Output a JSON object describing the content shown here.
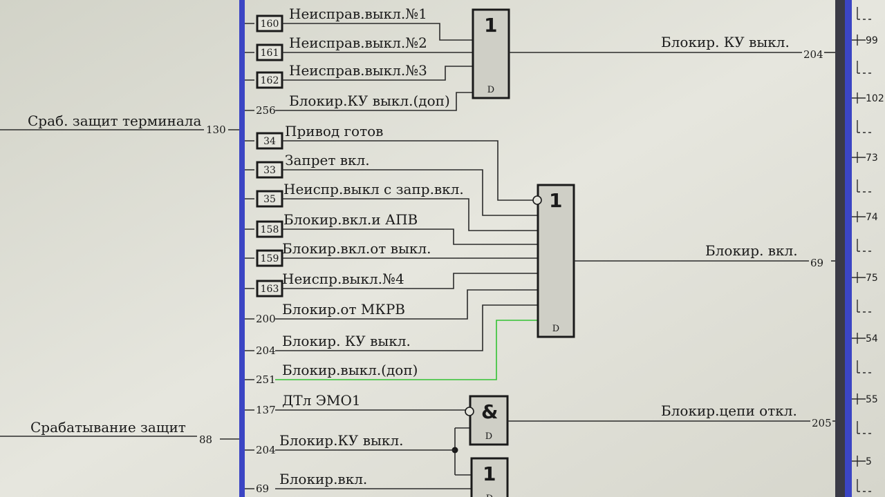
{
  "left_inputs": [
    {
      "id": "li1",
      "label": "Сраб. защит терминала",
      "num": "130"
    },
    {
      "id": "li2",
      "label": "Срабатывание защит",
      "num": "88"
    }
  ],
  "signals": [
    {
      "id": "s1",
      "num": "160",
      "label": "Неисправ.выкл.№1",
      "boxed": true
    },
    {
      "id": "s2",
      "num": "161",
      "label": "Неисправ.выкл.№2",
      "boxed": true
    },
    {
      "id": "s3",
      "num": "162",
      "label": "Неисправ.выкл.№3",
      "boxed": true
    },
    {
      "id": "s4",
      "num": "256",
      "label": "Блокир.КУ выкл.(доп)",
      "boxed": false
    },
    {
      "id": "s5",
      "num": "34",
      "label": "Привод готов",
      "boxed": true
    },
    {
      "id": "s6",
      "num": "33",
      "label": "Запрет вкл.",
      "boxed": true
    },
    {
      "id": "s7",
      "num": "35",
      "label": "Неиспр.выкл с запр.вкл.",
      "boxed": true
    },
    {
      "id": "s8",
      "num": "158",
      "label": "Блокир.вкл.и АПВ",
      "boxed": true
    },
    {
      "id": "s9",
      "num": "159",
      "label": "Блокир.вкл.от выкл.",
      "boxed": true
    },
    {
      "id": "s10",
      "num": "163",
      "label": "Неиспр.выкл.№4",
      "boxed": true
    },
    {
      "id": "s11",
      "num": "200",
      "label": "Блокир.от МКРВ",
      "boxed": false
    },
    {
      "id": "s12",
      "num": "204",
      "label": "Блокир. КУ выкл.",
      "boxed": false
    },
    {
      "id": "s13",
      "num": "251",
      "label": "Блокир.выкл.(доп)",
      "boxed": false,
      "highlight": true
    },
    {
      "id": "s14",
      "num": "137",
      "label": "ДТл ЭМО1",
      "boxed": false
    },
    {
      "id": "s15",
      "num": "204",
      "label": "Блокир.КУ выкл.",
      "boxed": false
    },
    {
      "id": "s16",
      "num": "69",
      "label": "Блокир.вкл.",
      "boxed": false
    }
  ],
  "gates": [
    {
      "id": "g1",
      "symbol": "1",
      "sub": "D"
    },
    {
      "id": "g2",
      "symbol": "1",
      "sub": "D"
    },
    {
      "id": "g3",
      "symbol": "&",
      "sub": "D"
    },
    {
      "id": "g4",
      "symbol": "1",
      "sub": "D"
    }
  ],
  "outputs": [
    {
      "id": "o1",
      "label": "Блокир. КУ выкл.",
      "num": "204"
    },
    {
      "id": "o2",
      "label": "Блокир. вкл.",
      "num": "69"
    },
    {
      "id": "o3",
      "label": "Блокир.цепи откл.",
      "num": "205"
    }
  ],
  "right_ticks": [
    "99",
    "102",
    "73",
    "74",
    "75",
    "54",
    "55",
    "5"
  ],
  "colors": {
    "bus": "#3b45c4",
    "right_bar": "#3a3a46",
    "wire": "#2a2a2a",
    "highlight": "#33c233",
    "background": "#dcdcd2",
    "gate_fill": "#cfcfc6"
  }
}
